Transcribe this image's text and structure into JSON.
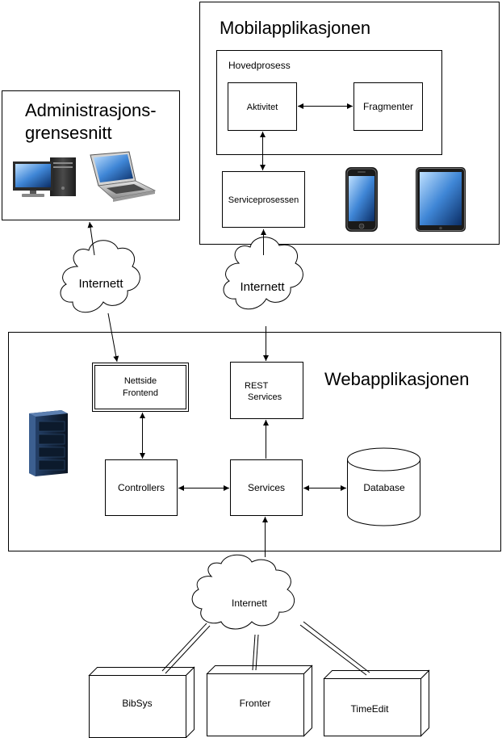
{
  "mobile_app": {
    "title": "Mobilapplikasjonen",
    "main_process": {
      "title": "Hovedprosess",
      "activity": "Aktivitet",
      "fragments": "Fragmenter"
    },
    "service_process": "Serviceprosessen"
  },
  "admin_interface": {
    "title_line1": "Administrasjons-",
    "title_line2": "grensesnitt"
  },
  "internet_labels": {
    "admin": "Internett",
    "mobile": "Internett",
    "external": "Internett"
  },
  "web_app": {
    "title": "Webapplikasjonen",
    "website_frontend_line1": "Nettside",
    "website_frontend_line2": "Frontend",
    "rest_services_line1": "REST",
    "rest_services_line2": "Services",
    "controllers": "Controllers",
    "services": "Services",
    "database": "Database"
  },
  "external_systems": [
    "BibSys",
    "Fronter",
    "TimeEdit"
  ],
  "icons": [
    "desktop-computer-icon",
    "laptop-icon",
    "smartphone-icon",
    "tablet-icon",
    "server-rack-icon"
  ]
}
